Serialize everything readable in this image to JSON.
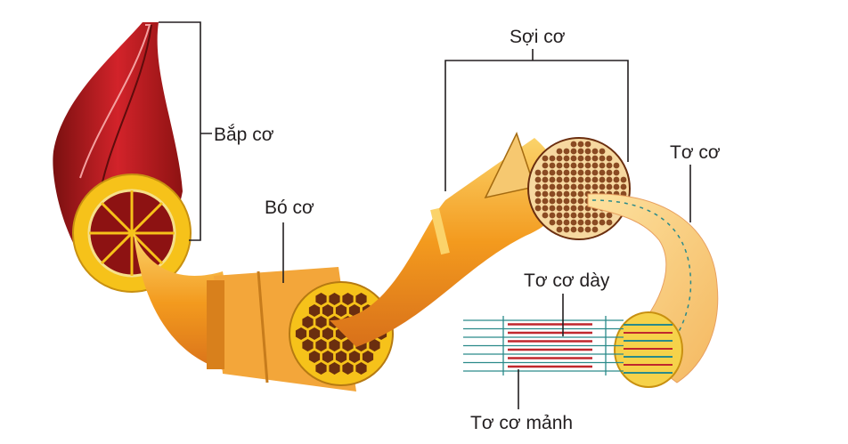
{
  "title": "Cấu tạo cơ",
  "labels": {
    "muscle": "Bắp cơ",
    "fascicle": "Bó cơ",
    "muscle_fiber": "Sợi cơ",
    "myofibril": "Tơ cơ",
    "thick_filament": "Tơ cơ dày",
    "thin_filament": "Tơ cơ mảnh"
  },
  "colors": {
    "muscle_red": "#b5161b",
    "dark_red": "#7a1010",
    "yellow": "#f6c21a",
    "orange": "#f39a1e",
    "brown": "#6b2e0f",
    "filament_teal": "#2a8a8a",
    "filament_red": "#c0272d"
  }
}
